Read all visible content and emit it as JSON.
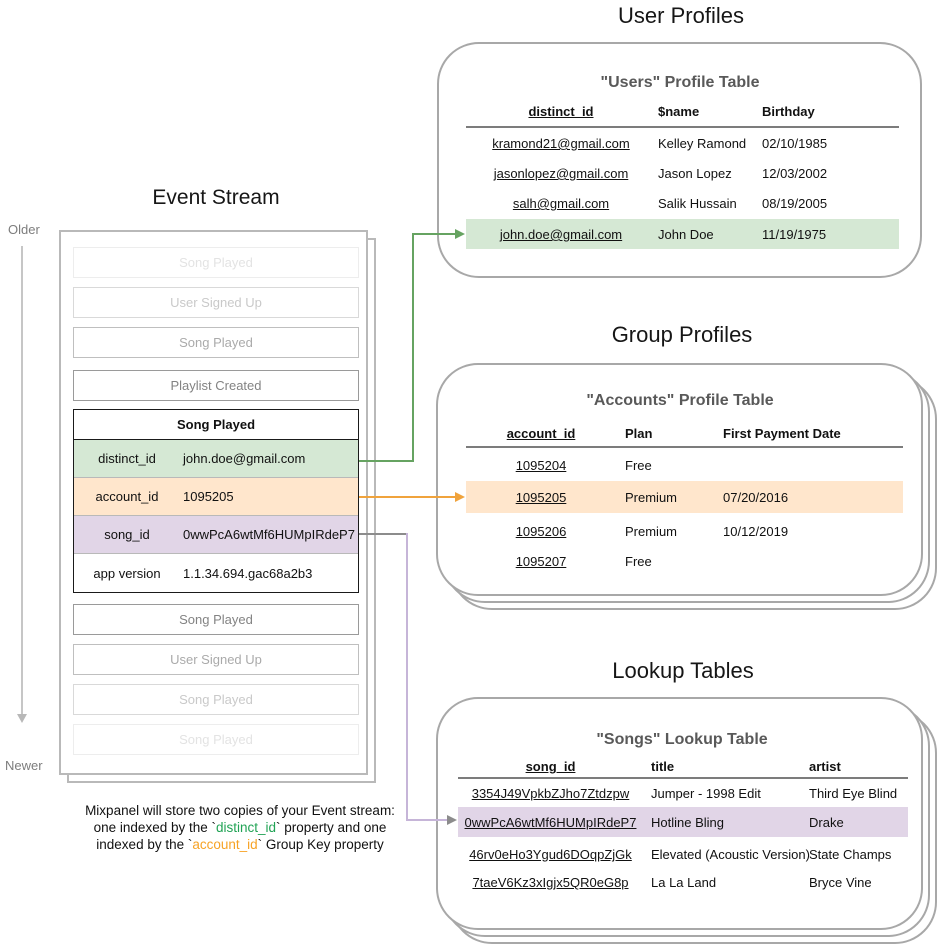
{
  "titles": {
    "event_stream": "Event Stream",
    "user_profiles": "User Profiles",
    "group_profiles": "Group Profiles",
    "lookup_tables": "Lookup Tables"
  },
  "timeline": {
    "older": "Older",
    "newer": "Newer"
  },
  "event_stream": {
    "events_before": [
      {
        "label": "Song Played"
      },
      {
        "label": "User Signed Up"
      },
      {
        "label": "Song Played"
      },
      {
        "label": "Playlist Created"
      }
    ],
    "focused_event": {
      "title": "Song Played",
      "properties": [
        {
          "key": "distinct_id",
          "value": "john.doe@gmail.com",
          "highlight": "green"
        },
        {
          "key": "account_id",
          "value": "1095205",
          "highlight": "orange"
        },
        {
          "key": "song_id",
          "value": "0wwPcA6wtMf6HUMpIRdeP7",
          "highlight": "purple"
        },
        {
          "key": "app version",
          "value": "1.1.34.694.gac68a2b3",
          "highlight": "none"
        }
      ]
    },
    "events_after": [
      {
        "label": "Song Played"
      },
      {
        "label": "User Signed Up"
      },
      {
        "label": "Song Played"
      },
      {
        "label": "Song Played"
      }
    ]
  },
  "users_table": {
    "title": "\"Users\" Profile Table",
    "columns": [
      "distinct_id",
      "$name",
      "Birthday"
    ],
    "rows": [
      {
        "id": "kramond21@gmail.com",
        "name": "Kelley Ramond",
        "birthday": "02/10/1985"
      },
      {
        "id": "jasonlopez@gmail.com",
        "name": "Jason Lopez",
        "birthday": "12/03/2002"
      },
      {
        "id": "salh@gmail.com",
        "name": "Salik Hussain",
        "birthday": "08/19/2005"
      },
      {
        "id": "john.doe@gmail.com",
        "name": "John Doe",
        "birthday": "11/19/1975"
      }
    ],
    "highlighted_row_index": 3
  },
  "accounts_table": {
    "title": "\"Accounts\" Profile Table",
    "columns": [
      "account_id",
      "Plan",
      "First Payment Date"
    ],
    "rows": [
      {
        "id": "1095204",
        "plan": "Free",
        "first_payment": ""
      },
      {
        "id": "1095205",
        "plan": "Premium",
        "first_payment": "07/20/2016"
      },
      {
        "id": "1095206",
        "plan": "Premium",
        "first_payment": "10/12/2019"
      },
      {
        "id": "1095207",
        "plan": "Free",
        "first_payment": ""
      }
    ],
    "highlighted_row_index": 1
  },
  "songs_table": {
    "title": "\"Songs\" Lookup Table",
    "columns": [
      "song_id",
      "title",
      "artist"
    ],
    "rows": [
      {
        "id": "3354J49VpkbZJho7Ztdzpw",
        "title": "Jumper - 1998 Edit",
        "artist": "Third Eye Blind"
      },
      {
        "id": "0wwPcA6wtMf6HUMpIRdeP7",
        "title": "Hotline Bling",
        "artist": "Drake"
      },
      {
        "id": "46rv0eHo3Ygud6DOqpZjGk",
        "title": "Elevated (Acoustic Version)",
        "artist": "State Champs"
      },
      {
        "id": "7taeV6Kz3xIgjx5QR0eG8p",
        "title": "La La Land",
        "artist": "Bryce Vine"
      }
    ],
    "highlighted_row_index": 1
  },
  "caption": {
    "line1": "Mixpanel will store two copies of your Event stream:",
    "line2_pre": "one indexed by the `",
    "line2_key": "distinct_id",
    "line2_post": "` property and one",
    "line3_pre": "indexed by the `",
    "line3_key": "account_id",
    "line3_post": "` Group Key property"
  },
  "colors": {
    "highlight_green": "#d5e8d4",
    "highlight_orange": "#ffe6cc",
    "highlight_purple": "#e1d5e7",
    "arrow_green": "#66a361",
    "arrow_orange": "#f0a33c",
    "arrow_purple": "#c6b5d8",
    "arrow_gray": "#8c8c8c",
    "keyword_green": "#21a355",
    "keyword_orange": "#f7a325"
  }
}
